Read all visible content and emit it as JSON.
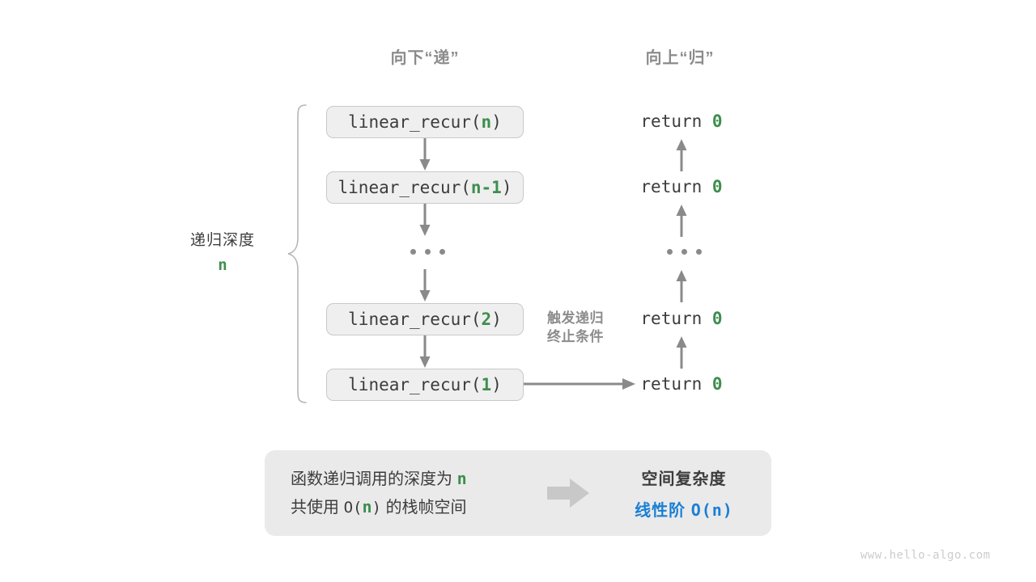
{
  "headers": {
    "down": "向下“递”",
    "up": "向上“归”"
  },
  "depth": {
    "label": "递归深度",
    "value": "n"
  },
  "calls": [
    {
      "prefix": "linear_recur(",
      "arg": "n",
      "suffix": ")"
    },
    {
      "prefix": "linear_recur(",
      "arg": "n-1",
      "suffix": ")"
    },
    {
      "prefix": "linear_recur(",
      "arg": "2",
      "suffix": ")"
    },
    {
      "prefix": "linear_recur(",
      "arg": "1",
      "suffix": ")"
    }
  ],
  "returns": [
    {
      "keyword": "return",
      "value": "0"
    },
    {
      "keyword": "return",
      "value": "0"
    },
    {
      "keyword": "return",
      "value": "0"
    },
    {
      "keyword": "return",
      "value": "0"
    }
  ],
  "ellipsis": "...",
  "trigger_note": {
    "line1": "触发递归",
    "line2": "终止条件"
  },
  "summary": {
    "left_line1_a": "函数递归调用的深度为",
    "left_line1_var": "n",
    "left_line2_a": "共使用",
    "left_line2_mono": "O(",
    "left_line2_var": "n",
    "left_line2_b": ")",
    "left_line2_c": "的栈帧空间",
    "right_title": "空间复杂度",
    "right_value_zh": "线性阶",
    "right_value_mono": "O(n)"
  },
  "watermark": "www.hello-algo.com",
  "colors": {
    "accent_green": "#3e8e4e",
    "accent_blue": "#1a7fd4",
    "box_fill": "#efefef",
    "box_border": "#c9c9c9",
    "panel_fill": "#eaeaea",
    "arrow_gray": "#8a8a8a",
    "muted_gray": "#8c8c8c",
    "text_dark": "#3c3c3c"
  }
}
